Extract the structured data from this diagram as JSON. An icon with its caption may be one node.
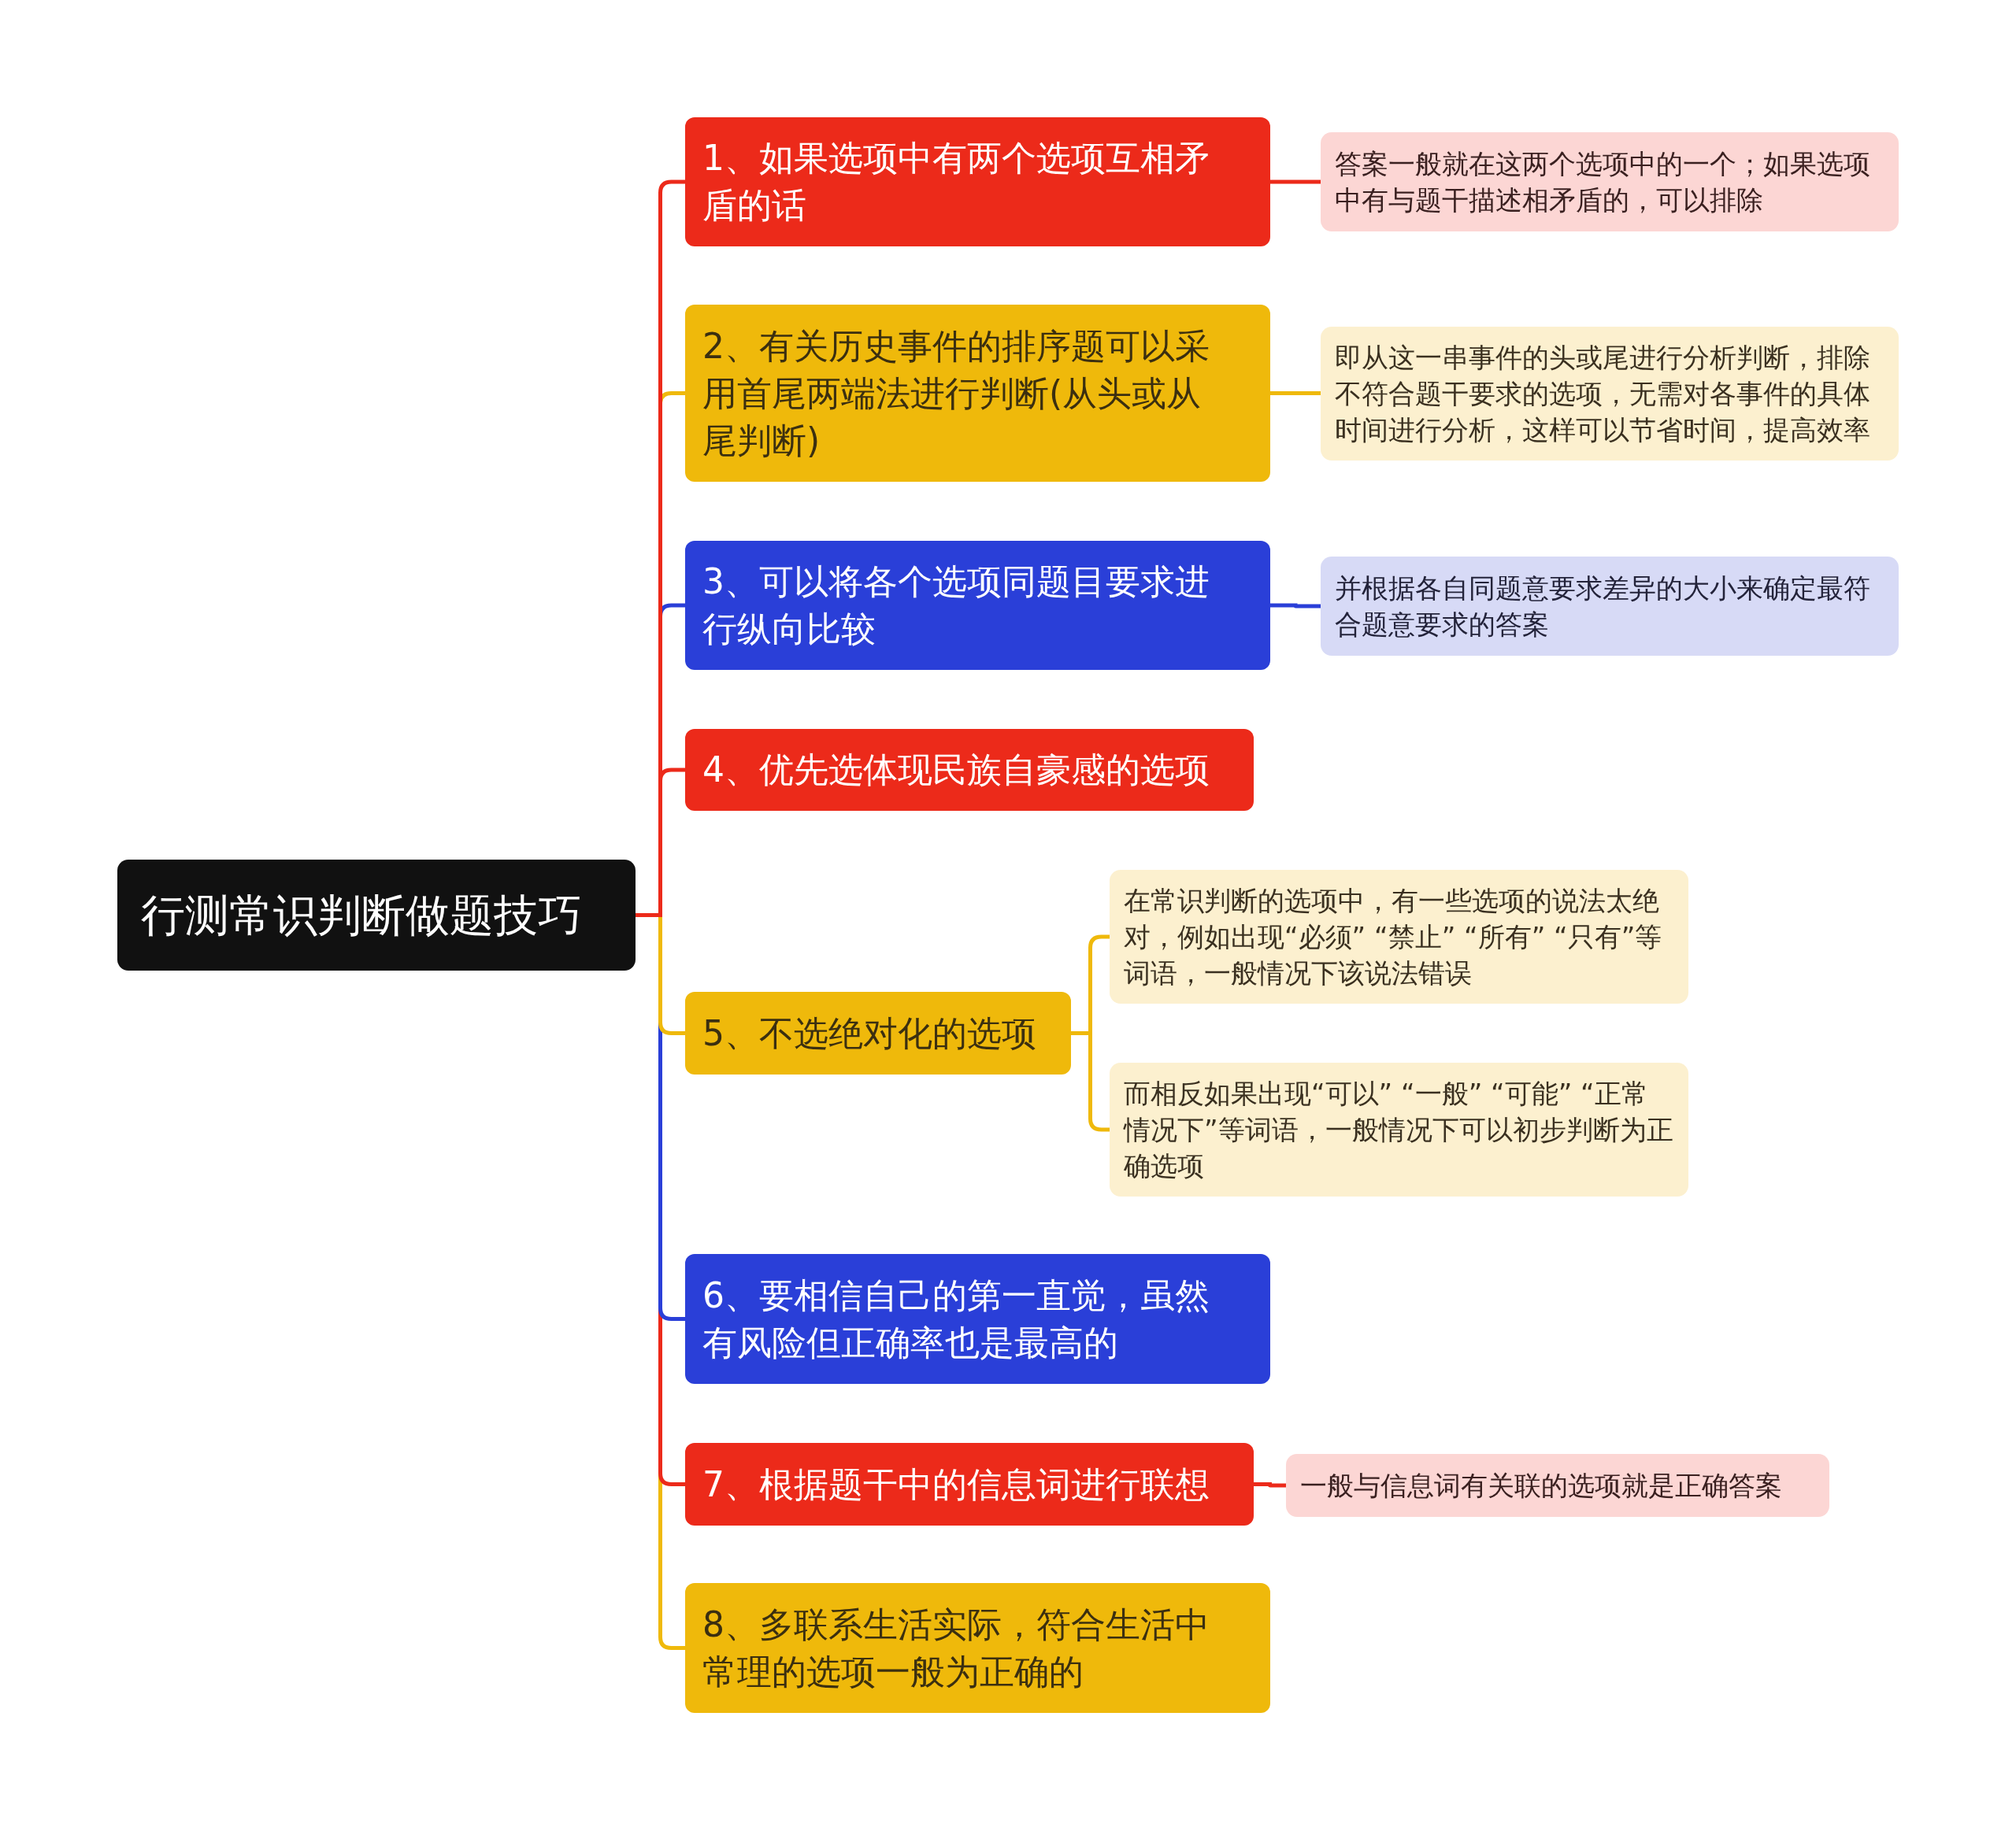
{
  "diagram": {
    "nodes": [
      {
        "text": [
          "行测常识判断做题技巧"
        ]
      },
      {
        "text": [
          "1、如果选项中有两个选项互相矛盾的话"
        ]
      },
      {
        "text": [
          "答案一般就在这两个选项中的一个；如果选项中有与题干描述相矛盾的，可以排除"
        ]
      },
      {
        "text": [
          "2、有关历史事件的排序题可以采用首尾两端法进行判断(从头或从尾判断)"
        ]
      },
      {
        "text": [
          "即从这一串事件的头或尾进行分析判断，排除不符合题干要求的选项，无需对各事件的具体时间进行分析，这样可以节省时间，提高效率"
        ]
      },
      {
        "text": [
          "3、可以将各个选项同题目要求进行纵向比较"
        ]
      },
      {
        "text": [
          "并根据各自同题意要求差异的大小来确定最符合题意要求的答案"
        ]
      },
      {
        "text": [
          "4、优先选体现民族自豪感的选项"
        ]
      },
      {
        "text": [
          "5、不选绝对化的选项"
        ]
      },
      {
        "text": [
          "在常识判断的选项中，有一些选项的说法太绝对，例如出现“必须” “禁止” “所有” “只有”等词语，一般情况下该说法错误"
        ]
      },
      {
        "text": [
          "而相反如果出现“可以” “一般” “可能” “正常情况下”等词语，一般情况下可以初步判断为正确选项"
        ]
      },
      {
        "text": [
          "6、要相信自己的第一直觉，虽然有风险但正确率也是最高的"
        ]
      },
      {
        "text": [
          "7、根据题干中的信息词进行联想"
        ]
      },
      {
        "text": [
          "一般与信息词有关联的选项就是正确答案"
        ]
      },
      {
        "text": [
          "8、多联系生活实际，符合生活中常理的选项一般为正确的"
        ]
      }
    ],
    "edges": [
      {
        "from": 0,
        "to": 1,
        "arrow": "none",
        "color": "#ec2a1a"
      },
      {
        "from": 1,
        "to": 2,
        "arrow": "none",
        "color": "#ec2a1a"
      },
      {
        "from": 0,
        "to": 3,
        "arrow": "none"
      },
      {
        "from": 3,
        "to": 4,
        "arrow": "none"
      },
      {
        "from": 0,
        "to": 5,
        "arrow": "none",
        "color": "#2a3fd8"
      },
      {
        "from": 5,
        "to": 6,
        "arrow": "none",
        "color": "#2a3fd8"
      },
      {
        "from": 0,
        "to": 7,
        "arrow": "none",
        "color": "#ec2a1a"
      },
      {
        "from": 0,
        "to": 8,
        "arrow": "none"
      },
      {
        "from": 8,
        "to": 9,
        "arrow": "none"
      },
      {
        "from": 8,
        "to": 10,
        "arrow": "none"
      },
      {
        "from": 0,
        "to": 11,
        "arrow": "none",
        "color": "#2a3fd8"
      },
      {
        "from": 0,
        "to": 12,
        "arrow": "none",
        "color": "#ec2a1a"
      },
      {
        "from": 12,
        "to": 13,
        "arrow": "none",
        "color": "#ec2a1a"
      },
      {
        "from": 0,
        "to": 14,
        "arrow": "none"
      }
    ]
  }
}
